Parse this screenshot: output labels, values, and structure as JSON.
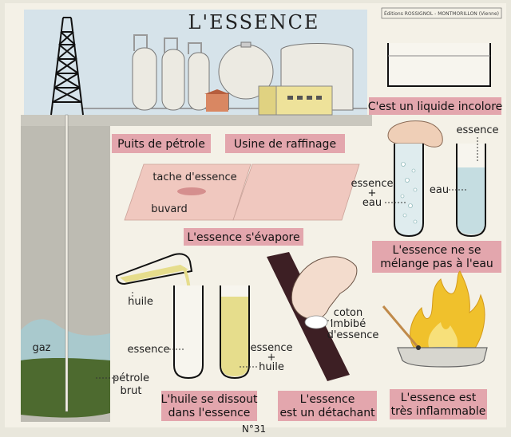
{
  "title": "L'ESSENCE",
  "publisher": "Éditions ROSSIGNOL - MONTMORILLON (Vienne)",
  "plate_number": "N°31",
  "captions": {
    "well": "Puits de pétrole",
    "refinery": "Usine de raffinage",
    "colorless": "C'est un liquide incolore",
    "evaporates": "L'essence s'évapore",
    "no_mix_1": "L'essence ne se",
    "no_mix_2": "mélange pas à l'eau",
    "oil_dissolves_1": "L'huile se dissout",
    "oil_dissolves_2": "dans l'essence",
    "stain_remover_1": "L'essence",
    "stain_remover_2": "est un détachant",
    "flammable_1": "L'essence est",
    "flammable_2": "très inflammable"
  },
  "labels": {
    "stain": "tache d'essence",
    "blotter": "buvard",
    "essence_top": "essence",
    "essence_plus": "essence",
    "plus": "+",
    "eau": "eau",
    "eau_right": "eau",
    "huile": "huile",
    "essence_tube": "essence",
    "essence_huile_1": "essence",
    "essence_huile_2": "huile",
    "coton_1": "coton",
    "coton_2": "imbibé",
    "coton_3": "d'essence",
    "gaz": "gaz",
    "petrole_1": "pétrole",
    "petrole_2": "brut"
  },
  "colors": {
    "paper": "#f4f1e7",
    "caption_pink": "#e3a6ad",
    "ground": "#bdbbb2",
    "oil_green": "#4d6a2f",
    "gas_blue": "#a9c9cd",
    "oil_yellow": "#e6dd8c",
    "water_blue": "#c5dde1",
    "flame": "#f0c12c",
    "blotter": "#f0c8bf"
  }
}
